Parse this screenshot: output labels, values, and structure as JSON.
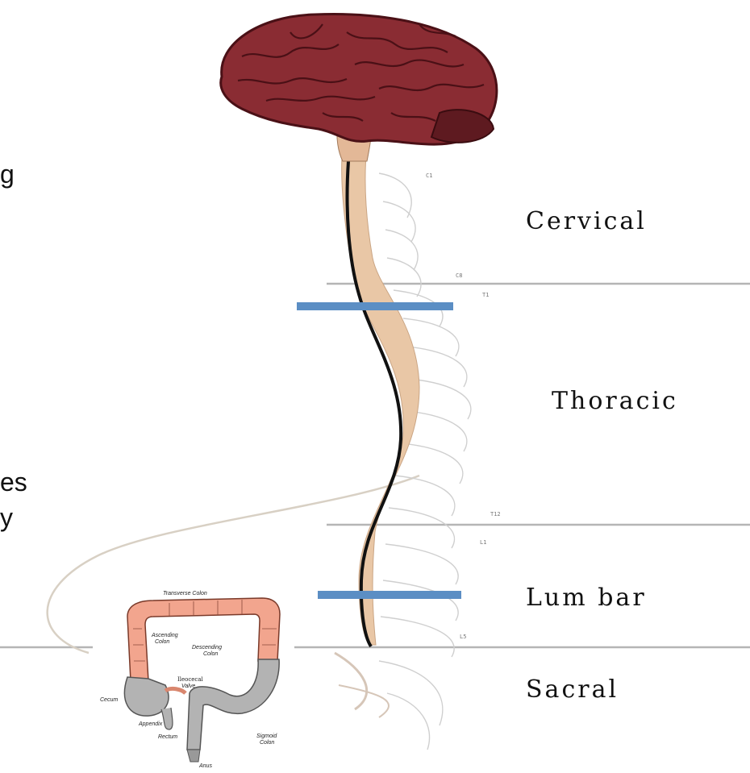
{
  "regions": {
    "cervical": "Cervical",
    "thoracic": "Thoracic",
    "lumbar": "Lum bar",
    "sacral": "Sacral"
  },
  "partial_text": {
    "line1": "g",
    "line2": "es",
    "line3": "y"
  },
  "vertebra_labels": {
    "c1": "C1",
    "c8": "C8",
    "t1": "T1",
    "t12": "T12",
    "l1": "L1",
    "l5": "L5"
  },
  "colon_labels": {
    "transverse": "Transverse Colon",
    "ascending_1": "Ascending",
    "ascending_2": "Colon",
    "descending_1": "Descending",
    "descending_2": "Colon",
    "ileocecal_1": "Ileocecal",
    "ileocecal_2": "Valve",
    "cecum": "Cecum",
    "appendix": "Appendix",
    "rectum": "Rectum",
    "sigmoid_1": "Sigmoid",
    "sigmoid_2": "Colon",
    "anus": "Anus"
  },
  "colors": {
    "brain": "#8a2c33",
    "brain_dark": "#4a1016",
    "cord": "#e9c7a6",
    "divider": "#b5b5b5",
    "marker": "#5b8ec4",
    "colon": "#f2a58e",
    "colon_gray": "#b3b3b3"
  }
}
